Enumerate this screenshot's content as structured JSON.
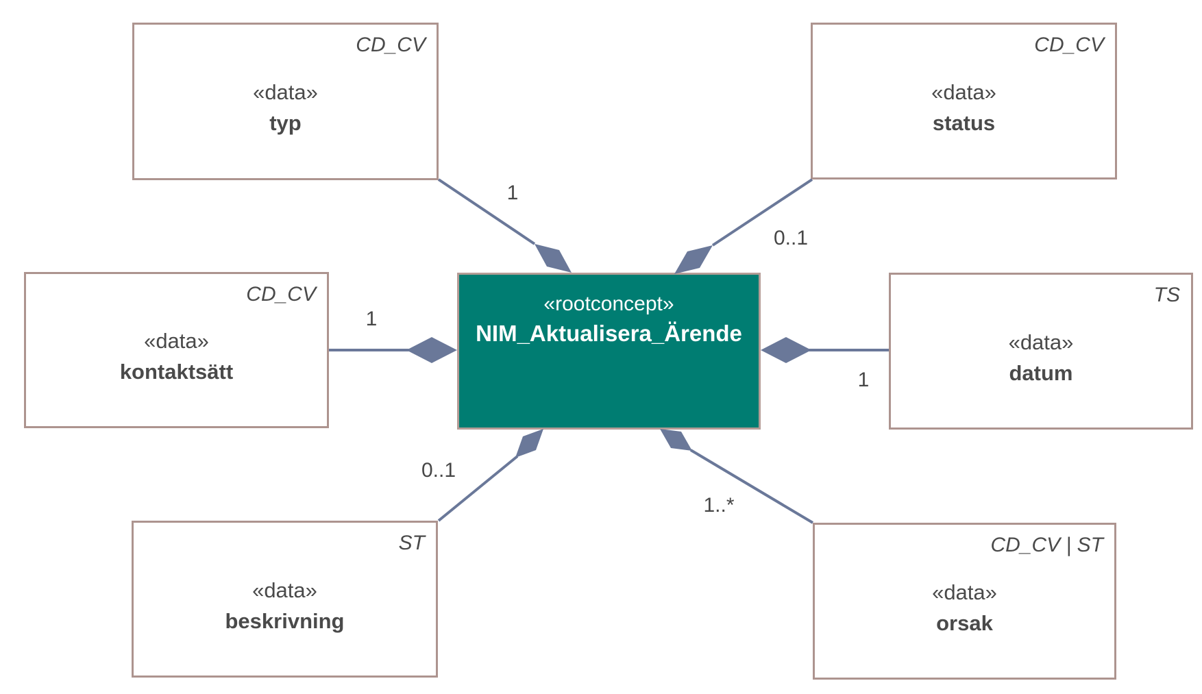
{
  "diagram": {
    "root": {
      "stereotype": "«rootconcept»",
      "name": "NIM_Aktualisera_Ärende"
    },
    "entities": [
      {
        "id": "typ",
        "type_label": "CD_CV",
        "stereotype": "«data»",
        "name": "typ",
        "multiplicity": "1"
      },
      {
        "id": "status",
        "type_label": "CD_CV",
        "stereotype": "«data»",
        "name": "status",
        "multiplicity": "0..1"
      },
      {
        "id": "kontaktsatt",
        "type_label": "CD_CV",
        "stereotype": "«data»",
        "name": "kontaktsätt",
        "multiplicity": "1"
      },
      {
        "id": "datum",
        "type_label": "TS",
        "stereotype": "«data»",
        "name": "datum",
        "multiplicity": "1"
      },
      {
        "id": "beskrivning",
        "type_label": "ST",
        "stereotype": "«data»",
        "name": "beskrivning",
        "multiplicity": "0..1"
      },
      {
        "id": "orsak",
        "type_label": "CD_CV | ST",
        "stereotype": "«data»",
        "name": "orsak",
        "multiplicity": "1..*"
      }
    ],
    "colors": {
      "root_fill": "#007D72",
      "root_text": "#FFFFFF",
      "box_fill": "#FFFFFF",
      "box_border": "#AD948F",
      "connector": "#6A7899",
      "text": "#4A4A4A"
    }
  }
}
